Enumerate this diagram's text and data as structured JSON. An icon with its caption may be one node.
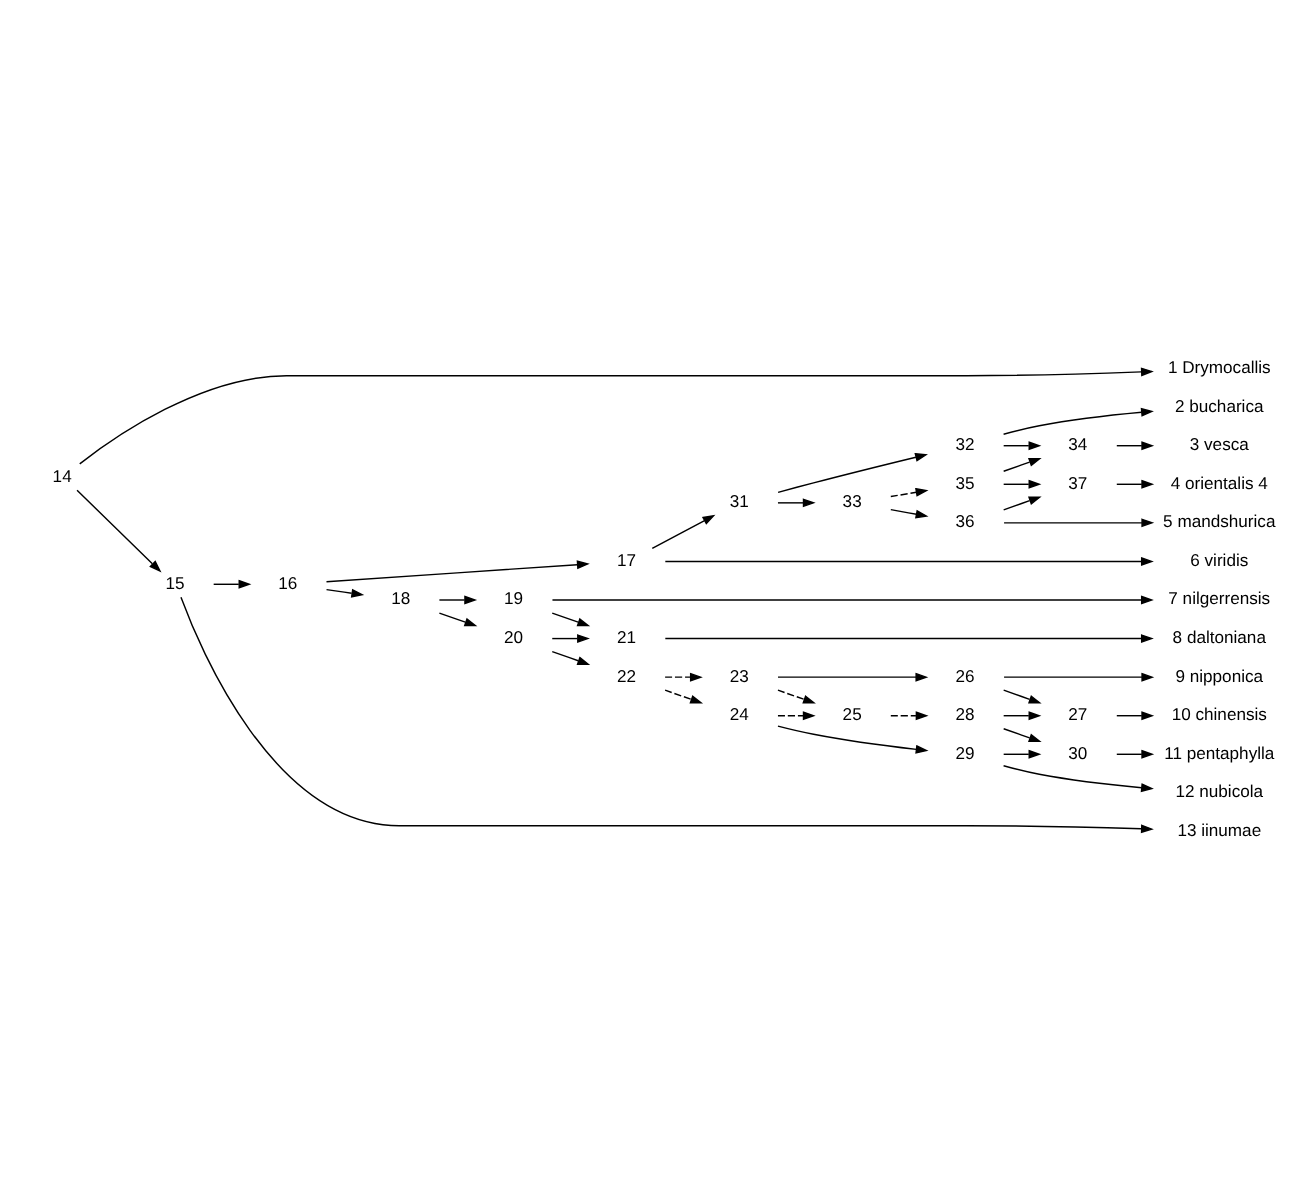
{
  "diagram": {
    "nodes": [
      {
        "text": [
          "1 Drymocallis"
        ]
      },
      {
        "text": [
          "2 bucharica"
        ]
      },
      {
        "text": [
          "3 vesca"
        ]
      },
      {
        "text": [
          "4 orientalis 4"
        ]
      },
      {
        "text": [
          "5 mandshurica"
        ]
      },
      {
        "text": [
          "6 viridis"
        ]
      },
      {
        "text": [
          "7 nilgerrensis"
        ]
      },
      {
        "text": [
          "8 daltoniana"
        ]
      },
      {
        "text": [
          "9 nipponica"
        ]
      },
      {
        "text": [
          "10 chinensis"
        ]
      },
      {
        "text": [
          "11 pentaphylla"
        ]
      },
      {
        "text": [
          "12 nubicola"
        ]
      },
      {
        "text": [
          "13 iinumae"
        ]
      },
      {
        "text": [
          "14"
        ]
      },
      {
        "text": [
          "15"
        ]
      },
      {
        "text": [
          "16"
        ]
      },
      {
        "text": [
          "17"
        ]
      },
      {
        "text": [
          "18"
        ]
      },
      {
        "text": [
          "19"
        ]
      },
      {
        "text": [
          "20"
        ]
      },
      {
        "text": [
          "21"
        ]
      },
      {
        "text": [
          "22"
        ]
      },
      {
        "text": [
          "23"
        ]
      },
      {
        "text": [
          "24"
        ]
      },
      {
        "text": [
          "25"
        ]
      },
      {
        "text": [
          "26"
        ]
      },
      {
        "text": [
          "27"
        ]
      },
      {
        "text": [
          "28"
        ]
      },
      {
        "text": [
          "29"
        ]
      },
      {
        "text": [
          "30"
        ]
      },
      {
        "text": [
          "31"
        ]
      },
      {
        "text": [
          "32"
        ]
      },
      {
        "text": [
          "33"
        ]
      },
      {
        "text": [
          "34"
        ]
      },
      {
        "text": [
          "35"
        ]
      },
      {
        "text": [
          "36"
        ]
      },
      {
        "text": [
          "37"
        ]
      }
    ],
    "edges": [
      {
        "from": 13,
        "to": 0,
        "arrow": "to"
      },
      {
        "from": 13,
        "to": 14,
        "arrow": "to"
      },
      {
        "from": 14,
        "to": 15,
        "arrow": "to"
      },
      {
        "from": 14,
        "to": 12,
        "arrow": "to"
      },
      {
        "from": 15,
        "to": 16,
        "arrow": "to"
      },
      {
        "from": 15,
        "to": 17,
        "arrow": "to"
      },
      {
        "from": 16,
        "to": 30,
        "arrow": "to"
      },
      {
        "from": 16,
        "to": 5,
        "arrow": "to"
      },
      {
        "from": 30,
        "to": 31,
        "arrow": "to"
      },
      {
        "from": 30,
        "to": 32,
        "arrow": "to"
      },
      {
        "from": 31,
        "to": 1,
        "arrow": "to"
      },
      {
        "from": 31,
        "to": 33,
        "arrow": "to"
      },
      {
        "from": 32,
        "to": 34,
        "arrow": "to",
        "style": "dashed"
      },
      {
        "from": 32,
        "to": 35,
        "arrow": "to"
      },
      {
        "from": 34,
        "to": 33,
        "arrow": "to"
      },
      {
        "from": 34,
        "to": 36,
        "arrow": "to"
      },
      {
        "from": 33,
        "to": 2,
        "arrow": "to"
      },
      {
        "from": 35,
        "to": 4,
        "arrow": "to"
      },
      {
        "from": 35,
        "to": 36,
        "arrow": "to"
      },
      {
        "from": 36,
        "to": 3,
        "arrow": "to"
      },
      {
        "from": 17,
        "to": 18,
        "arrow": "to"
      },
      {
        "from": 17,
        "to": 19,
        "arrow": "to"
      },
      {
        "from": 18,
        "to": 6,
        "arrow": "to"
      },
      {
        "from": 18,
        "to": 20,
        "arrow": "to"
      },
      {
        "from": 19,
        "to": 20,
        "arrow": "to"
      },
      {
        "from": 19,
        "to": 21,
        "arrow": "to"
      },
      {
        "from": 20,
        "to": 7,
        "arrow": "to"
      },
      {
        "from": 21,
        "to": 22,
        "arrow": "to",
        "style": "dashed"
      },
      {
        "from": 21,
        "to": 23,
        "arrow": "to",
        "style": "dashed"
      },
      {
        "from": 22,
        "to": 25,
        "arrow": "to"
      },
      {
        "from": 22,
        "to": 24,
        "arrow": "to",
        "style": "dashed"
      },
      {
        "from": 23,
        "to": 24,
        "arrow": "to",
        "style": "dashed"
      },
      {
        "from": 23,
        "to": 28,
        "arrow": "to"
      },
      {
        "from": 24,
        "to": 27,
        "arrow": "to",
        "style": "dashed"
      },
      {
        "from": 25,
        "to": 8,
        "arrow": "to"
      },
      {
        "from": 25,
        "to": 26,
        "arrow": "to"
      },
      {
        "from": 27,
        "to": 26,
        "arrow": "to"
      },
      {
        "from": 27,
        "to": 29,
        "arrow": "to"
      },
      {
        "from": 26,
        "to": 9,
        "arrow": "to"
      },
      {
        "from": 28,
        "to": 11,
        "arrow": "to"
      },
      {
        "from": 28,
        "to": 29,
        "arrow": "to"
      },
      {
        "from": 29,
        "to": 10,
        "arrow": "to"
      }
    ]
  }
}
